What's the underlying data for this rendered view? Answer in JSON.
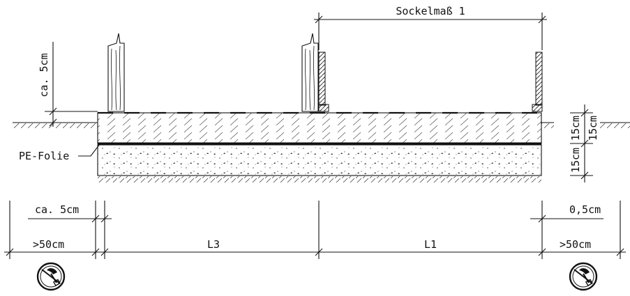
{
  "labels": {
    "sockelmass": "Sockelmaß 1",
    "ca5cm_vertical": "ca. 5cm",
    "pe_folie": "PE-Folie",
    "layer_top_15cm": "15cm",
    "layer_total_15cm": "15cm",
    "layer_bottom_15cm": "15cm",
    "ca5cm_horizontal": "ca. 5cm",
    "half_cm": "0,5cm",
    "min50cm_left": ">50cm",
    "l3": "L3",
    "l1": "L1",
    "min50cm_right": ">50cm"
  },
  "icons": {
    "left": "no-digging-icon",
    "right": "no-digging-icon"
  }
}
